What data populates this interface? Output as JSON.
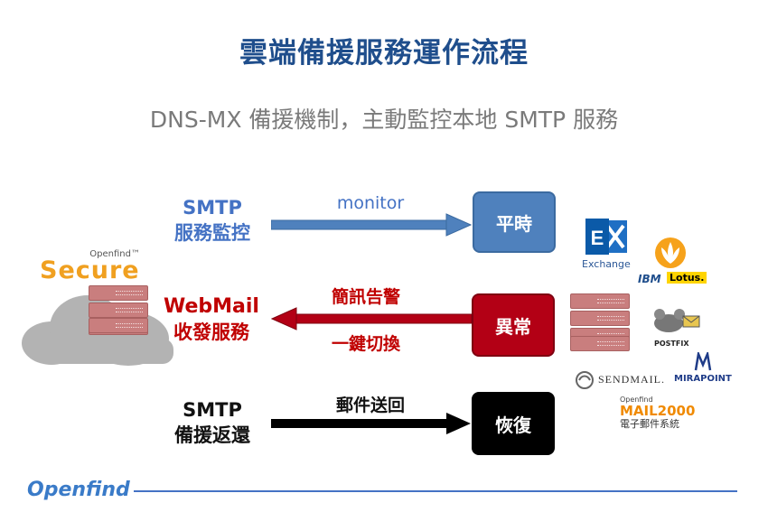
{
  "title": "雲端備援服務運作流程",
  "subtitle": "DNS-MX 備援機制，主動監控本地 SMTP 服務",
  "left_brand": {
    "small": "Openfind™",
    "big": "Secure"
  },
  "rows": [
    {
      "label_line1": "SMTP",
      "label_line2": "服務監控",
      "arrow_top": "monitor",
      "arrow_bottom": "",
      "box": "平時"
    },
    {
      "label_line1": "WebMail",
      "label_line2": "收發服務",
      "arrow_top": "簡訊告警",
      "arrow_bottom": "一鍵切換",
      "box": "異常"
    },
    {
      "label_line1": "SMTP",
      "label_line2": "備援返還",
      "arrow_top": "郵件送回",
      "arrow_bottom": "",
      "box": "恢復"
    }
  ],
  "right_logos": {
    "exchange": "Exchange",
    "ibm": "IBM",
    "lotus": "Lotus.",
    "postfix": "POSTFIX",
    "sendmail": "SENDMAIL.",
    "mirapoint": "MIRAPOINT",
    "mail2000_small": "Openfind",
    "mail2000": "MAIL2000",
    "mail2000_sub": "電子郵件系統"
  },
  "footer_brand": "Openfind",
  "colors": {
    "blue": "#4472c4",
    "red": "#c00000",
    "title": "#1f4e8c"
  }
}
